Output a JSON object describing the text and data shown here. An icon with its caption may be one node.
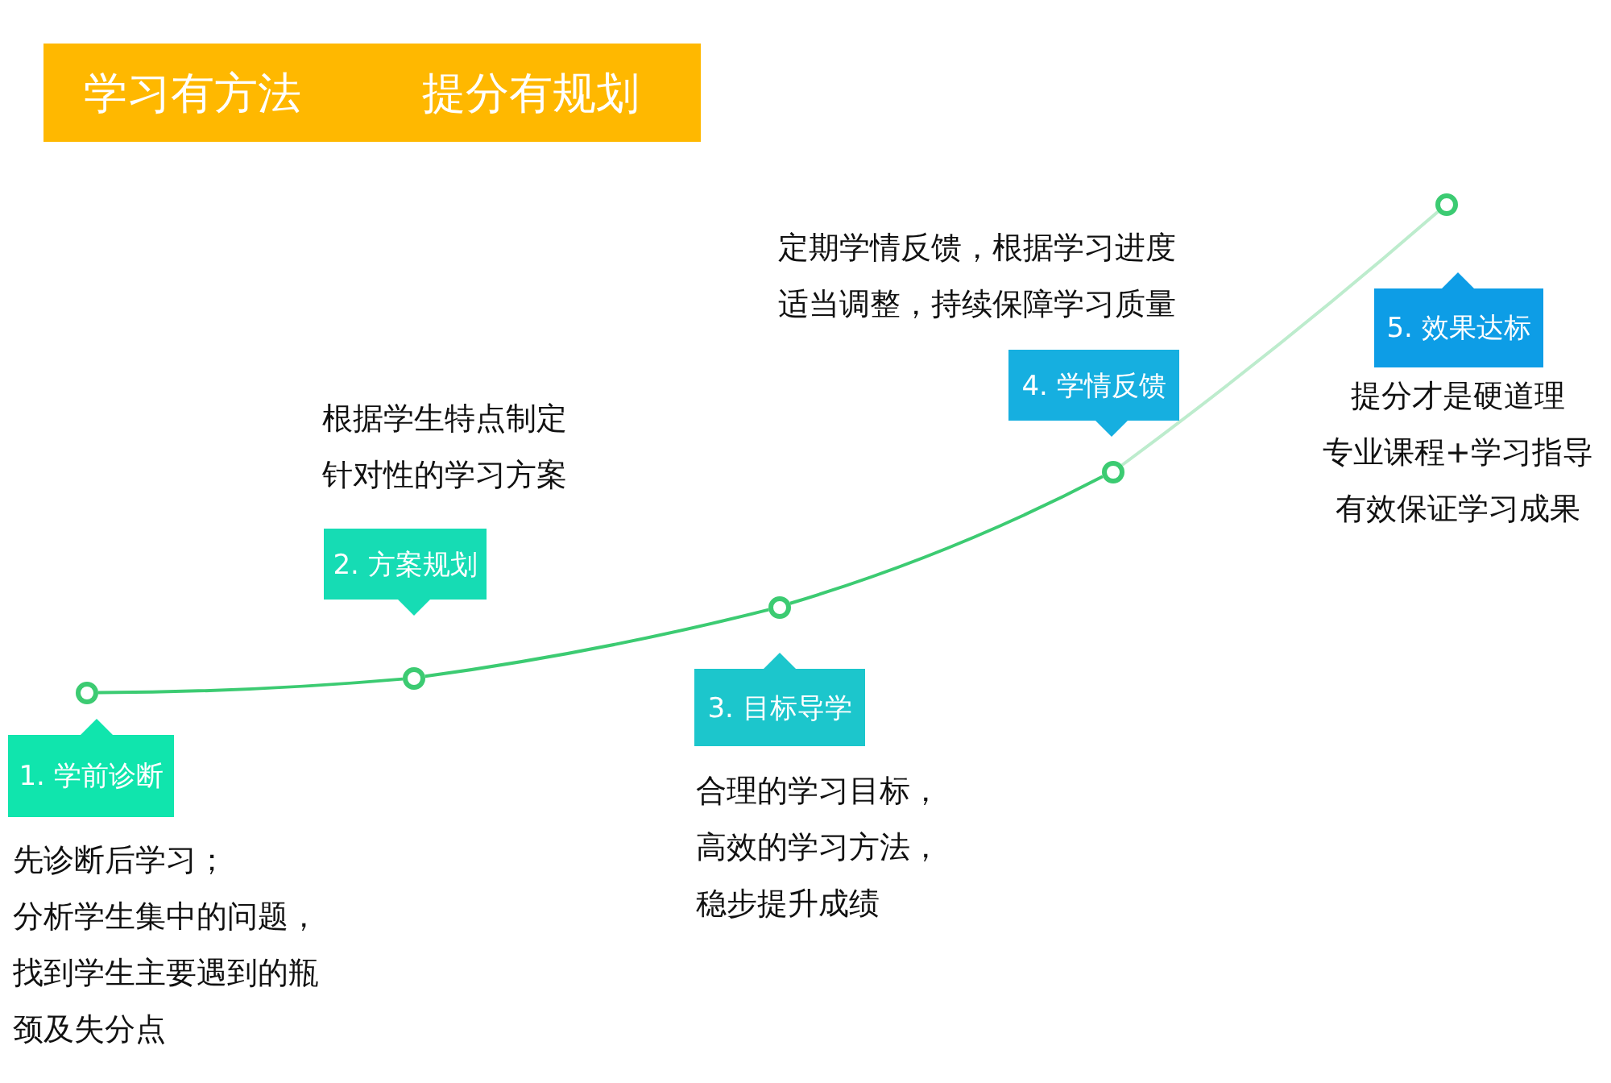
{
  "diagram": {
    "nodes": [
      {
        "text": [
          "学习有方法",
          "提分有规划"
        ]
      },
      {
        "text": [
          "1. 学前诊断"
        ],
        "beside": [
          "先诊断后学习；",
          "分析学生集中的问题，找到学生主要遇到的瓶颈及失分点"
        ]
      },
      {
        "text": [
          "2. 方案规划"
        ],
        "beside": [
          "根据学生特点制定针对性的学习方案"
        ]
      },
      {
        "text": [
          "3. 目标导学"
        ],
        "beside": [
          "合理的学习目标，",
          "高效的学习方法，",
          "稳步提升成绩"
        ]
      },
      {
        "text": [
          "4. 学情反馈"
        ],
        "beside": [
          "定期学情反馈，根据学习进度适当调整，持续保障学习质量"
        ]
      },
      {
        "text": [
          "5. 效果达标"
        ],
        "beside": [
          "提分才是硬道理",
          "专业课程+学习指导",
          "有效保证学习成果"
        ]
      },
      {
        "text": [],
        "shape": "circle"
      },
      {
        "text": [],
        "shape": "circle"
      },
      {
        "text": [],
        "shape": "circle"
      },
      {
        "text": [],
        "shape": "circle"
      },
      {
        "text": [],
        "shape": "circle"
      }
    ],
    "edges": [
      {
        "from": 6,
        "to": 7,
        "arrow": "none"
      },
      {
        "from": 7,
        "to": 8,
        "arrow": "none"
      },
      {
        "from": 8,
        "to": 9,
        "arrow": "none"
      },
      {
        "from": 9,
        "to": 10,
        "arrow": "none",
        "color": "#bdeccd"
      }
    ]
  }
}
